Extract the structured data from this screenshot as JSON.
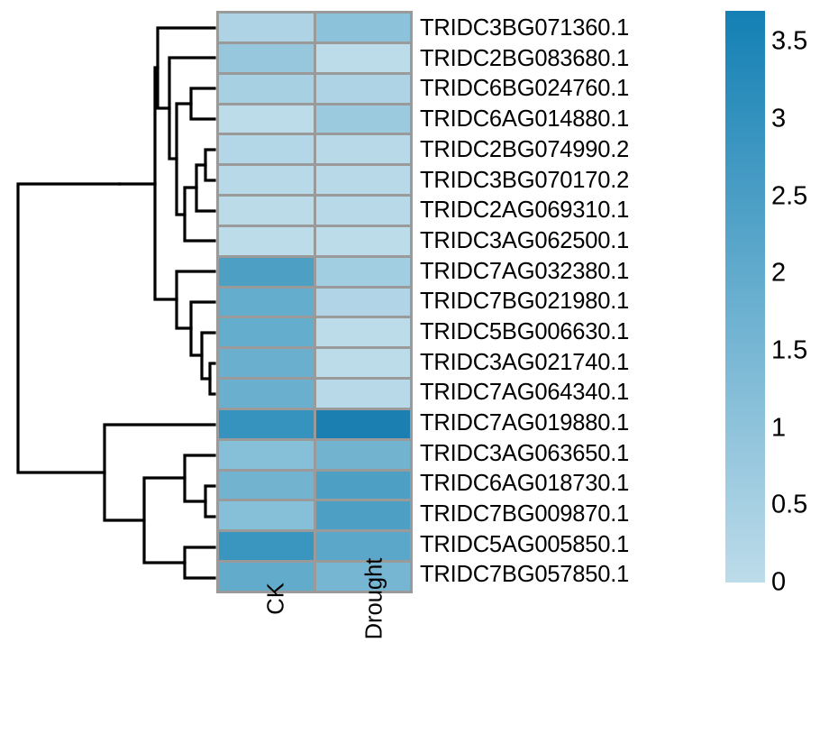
{
  "plot": {
    "type": "heatmap-with-dendrogram",
    "title": "",
    "row_label_side": "right",
    "dendrogram_side": "left",
    "colorbar_side": "right"
  },
  "columns": [
    {
      "label": "CK"
    },
    {
      "label": "Drought"
    }
  ],
  "rows": [
    {
      "label": "TRIDC3BG071360.1"
    },
    {
      "label": "TRIDC2BG083680.1"
    },
    {
      "label": "TRIDC6BG024760.1"
    },
    {
      "label": "TRIDC6AG014880.1"
    },
    {
      "label": "TRIDC2BG074990.2"
    },
    {
      "label": "TRIDC3BG070170.2"
    },
    {
      "label": "TRIDC2AG069310.1"
    },
    {
      "label": "TRIDC3AG062500.1"
    },
    {
      "label": "TRIDC7AG032380.1"
    },
    {
      "label": "TRIDC7BG021980.1"
    },
    {
      "label": "TRIDC5BG006630.1"
    },
    {
      "label": "TRIDC3AG021740.1"
    },
    {
      "label": "TRIDC7AG064340.1"
    },
    {
      "label": "TRIDC7AG019880.1"
    },
    {
      "label": "TRIDC3AG063650.1"
    },
    {
      "label": "TRIDC6AG018730.1"
    },
    {
      "label": "TRIDC7BG009870.1"
    },
    {
      "label": "TRIDC5AG005850.1"
    },
    {
      "label": "TRIDC7BG057850.1"
    }
  ],
  "colorbar": {
    "ticks": [
      "3.5",
      "3",
      "2.5",
      "2",
      "1.5",
      "1",
      "0.5",
      "0"
    ],
    "tick_values": [
      3.5,
      3,
      2.5,
      2,
      1.5,
      1,
      0.5,
      0
    ],
    "min": 0,
    "max": 3.7,
    "low_color": "#bddcea",
    "high_color": "#1380b4"
  },
  "style": {
    "grid_line_color": "#9a9a9a",
    "dendrogram_color": "#000000",
    "background": "#ffffff",
    "text_color": "#000000"
  },
  "chart_data": {
    "type": "heatmap",
    "title": "",
    "xlabel": "",
    "ylabel": "",
    "categories": [
      "CK",
      "Drought"
    ],
    "row_labels": [
      "TRIDC3BG071360.1",
      "TRIDC2BG083680.1",
      "TRIDC6BG024760.1",
      "TRIDC6AG014880.1",
      "TRIDC2BG074990.2",
      "TRIDC3BG070170.2",
      "TRIDC2AG069310.1",
      "TRIDC3AG062500.1",
      "TRIDC7AG032380.1",
      "TRIDC7BG021980.1",
      "TRIDC5BG006630.1",
      "TRIDC3AG021740.1",
      "TRIDC7AG064340.1",
      "TRIDC7AG019880.1",
      "TRIDC3AG063650.1",
      "TRIDC6AG018730.1",
      "TRIDC7BG009870.1",
      "TRIDC5AG005850.1",
      "TRIDC7BG057850.1"
    ],
    "zlim": [
      0,
      3.7
    ],
    "colorbar_ticks": [
      0,
      0.5,
      1,
      1.5,
      2,
      2.5,
      3,
      3.5
    ],
    "colormap": "light-blue-to-teal",
    "legend_position": "right",
    "grid": true,
    "values": [
      [
        1.1,
        1.45
      ],
      [
        1.4,
        0.8
      ],
      [
        1.2,
        1.1
      ],
      [
        0.8,
        1.3
      ],
      [
        0.95,
        0.9
      ],
      [
        0.85,
        0.85
      ],
      [
        0.8,
        0.85
      ],
      [
        0.8,
        0.8
      ],
      [
        2.6,
        1.25
      ],
      [
        2.25,
        1.0
      ],
      [
        2.25,
        0.7
      ],
      [
        2.2,
        0.8
      ],
      [
        2.2,
        0.9
      ],
      [
        2.9,
        3.5
      ],
      [
        1.75,
        2.05
      ],
      [
        2.05,
        2.6
      ],
      [
        1.75,
        2.6
      ],
      [
        2.8,
        2.3
      ],
      [
        2.25,
        1.95
      ]
    ],
    "cell_colors": [
      [
        "#aed3e5",
        "#8cc2da"
      ],
      [
        "#96c7dd",
        "#bddcea"
      ],
      [
        "#a7d0e3",
        "#aed3e5"
      ],
      [
        "#bddcea",
        "#9bc9de"
      ],
      [
        "#b4d7e7",
        "#b8d9e8"
      ],
      [
        "#b8d9e8",
        "#b8d9e8"
      ],
      [
        "#bcdbe9",
        "#b8d9e8"
      ],
      [
        "#bddcea",
        "#bddcea"
      ],
      [
        "#4e9fc4",
        "#a2cee1"
      ],
      [
        "#65adcc",
        "#b1d5e6"
      ],
      [
        "#65adcc",
        "#bddcea"
      ],
      [
        "#6aafcd",
        "#bddcea"
      ],
      [
        "#6aafcd",
        "#b8d9e8"
      ],
      [
        "#3693bd",
        "#1c7fb2"
      ],
      [
        "#86bfd8",
        "#72b4d0"
      ],
      [
        "#72b4d0",
        "#4e9fc4"
      ],
      [
        "#86bfd8",
        "#4e9fc4"
      ],
      [
        "#3b96bf",
        "#5aa7c9"
      ],
      [
        "#62abcb",
        "#76b6d2"
      ]
    ],
    "dendrogram": {
      "orientation": "left",
      "leaf_order": [
        "TRIDC3BG071360.1",
        "TRIDC2BG083680.1",
        "TRIDC6BG024760.1",
        "TRIDC6AG014880.1",
        "TRIDC2BG074990.2",
        "TRIDC3BG070170.2",
        "TRIDC2AG069310.1",
        "TRIDC3AG062500.1",
        "TRIDC7AG032380.1",
        "TRIDC7BG021980.1",
        "TRIDC5BG006630.1",
        "TRIDC3AG021740.1",
        "TRIDC7AG064340.1",
        "TRIDC7AG019880.1",
        "TRIDC3AG063650.1",
        "TRIDC6AG018730.1",
        "TRIDC7BG009870.1",
        "TRIDC5AG005850.1",
        "TRIDC7BG057850.1"
      ],
      "n_leaves": 19
    }
  }
}
